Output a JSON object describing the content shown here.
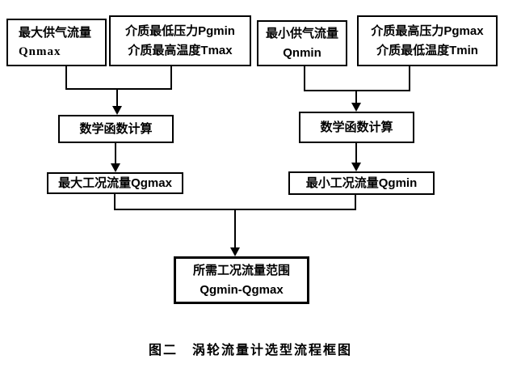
{
  "diagram": {
    "boxes": {
      "qnmax": {
        "line1": "最大供气流量",
        "line2": "Qnmax"
      },
      "pgmin": {
        "line1": "介质最低压力Pgmin",
        "line2": "介质最高温度Tmax"
      },
      "qnmin": {
        "line1": "最小供气流量",
        "line2": "Qnmin"
      },
      "pgmax": {
        "line1": "介质最高压力Pgmax",
        "line2": "介质最低温度Tmin"
      },
      "math_left": {
        "label": "数学函数计算"
      },
      "math_right": {
        "label": "数学函数计算"
      },
      "qgmax": {
        "label": "最大工况流量Qgmax"
      },
      "qgmin": {
        "label": "最小工况流量Qgmin"
      },
      "result": {
        "line1": "所需工况流量范围",
        "line2": "Qgmin-Qgmax"
      }
    },
    "caption": "图二　涡轮流量计选型流程框图",
    "colors": {
      "border": "#000000",
      "text": "#000000",
      "background": "#ffffff"
    }
  }
}
